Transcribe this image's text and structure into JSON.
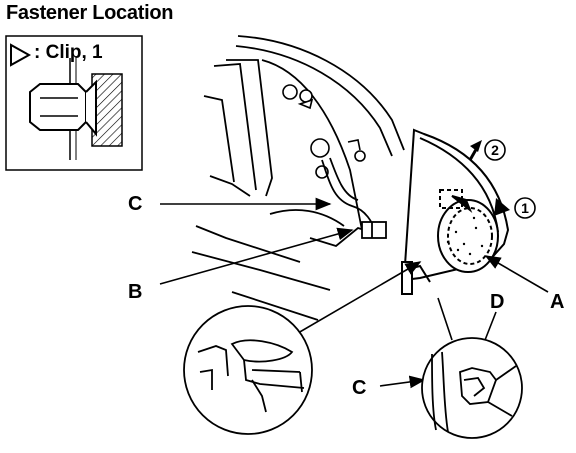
{
  "title": "Fastener Location",
  "legend": {
    "icon": "triangle-outline-icon",
    "text": ": Clip, 1"
  },
  "callouts": {
    "a": "A",
    "b": "B",
    "c_top": "C",
    "c_bottom": "C",
    "d": "D"
  },
  "steps": {
    "one": "1",
    "two": "2"
  }
}
